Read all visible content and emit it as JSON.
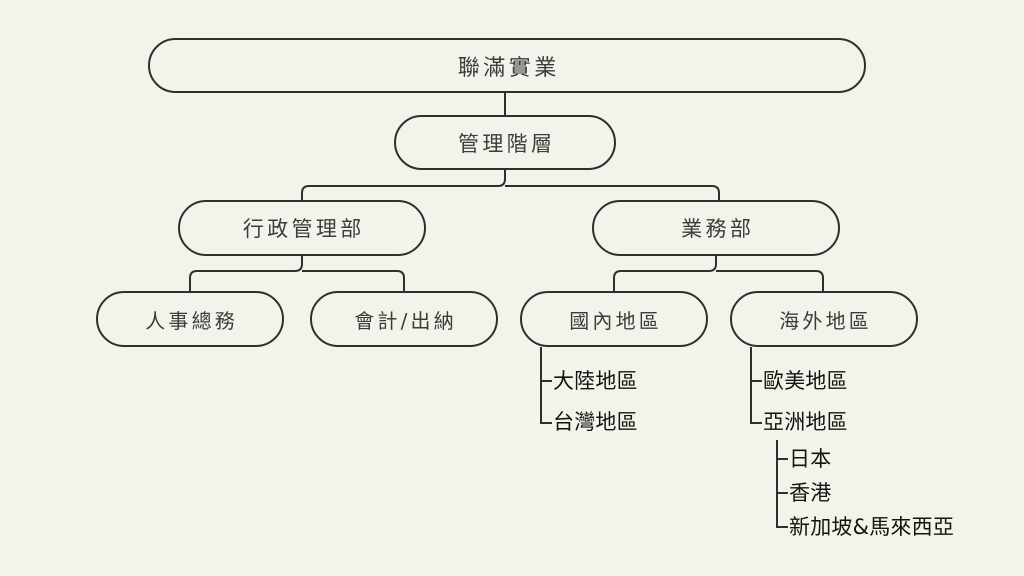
{
  "diagram": {
    "title": "聯滿實業",
    "type": "organization-chart",
    "background_color": "#f3f3ec",
    "line_color": "#2f2f2d",
    "box_text_color": "#3c3c3a",
    "leaf_text_color": "#14140f",
    "nodes": {
      "root": "聯滿實業",
      "management": "管理階層",
      "admin_dept": "行政管理部",
      "sales_dept": "業務部",
      "hr": "人事總務",
      "accounting": "會計/出納",
      "domestic": "國內地區",
      "overseas": "海外地區"
    },
    "leaves": {
      "mainland": "大陸地區",
      "taiwan": "台灣地區",
      "europe_america": "歐美地區",
      "asia": "亞洲地區",
      "japan": "日本",
      "hongkong": "香港",
      "singapore_malaysia": "新加坡&馬來西亞"
    }
  }
}
